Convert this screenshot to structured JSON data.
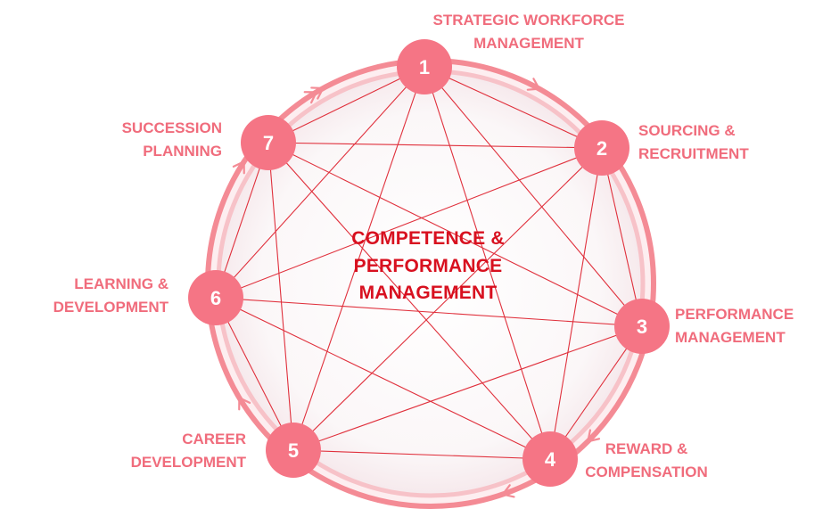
{
  "diagram": {
    "center_title": [
      "COMPETENCE &",
      "PERFORMANCE",
      "MANAGEMENT"
    ],
    "colors": {
      "ring": "#f48b95",
      "node": "#f57585",
      "label": "#f06c7c",
      "center_text": "#d8101f",
      "connector": "#e0303c"
    },
    "nodes": [
      {
        "number": "1",
        "label": [
          "STRATEGIC WORKFORCE",
          "MANAGEMENT"
        ]
      },
      {
        "number": "2",
        "label": [
          "SOURCING &",
          "RECRUITMENT"
        ]
      },
      {
        "number": "3",
        "label": [
          "PERFORMANCE",
          "MANAGEMENT"
        ]
      },
      {
        "number": "4",
        "label": [
          "REWARD &",
          "COMPENSATION"
        ]
      },
      {
        "number": "5",
        "label": [
          "CAREER",
          "DEVELOPMENT"
        ]
      },
      {
        "number": "6",
        "label": [
          "LEARNING &",
          "DEVELOPMENT"
        ]
      },
      {
        "number": "7",
        "label": [
          "SUCCESSION",
          "PLANNING"
        ]
      }
    ]
  }
}
